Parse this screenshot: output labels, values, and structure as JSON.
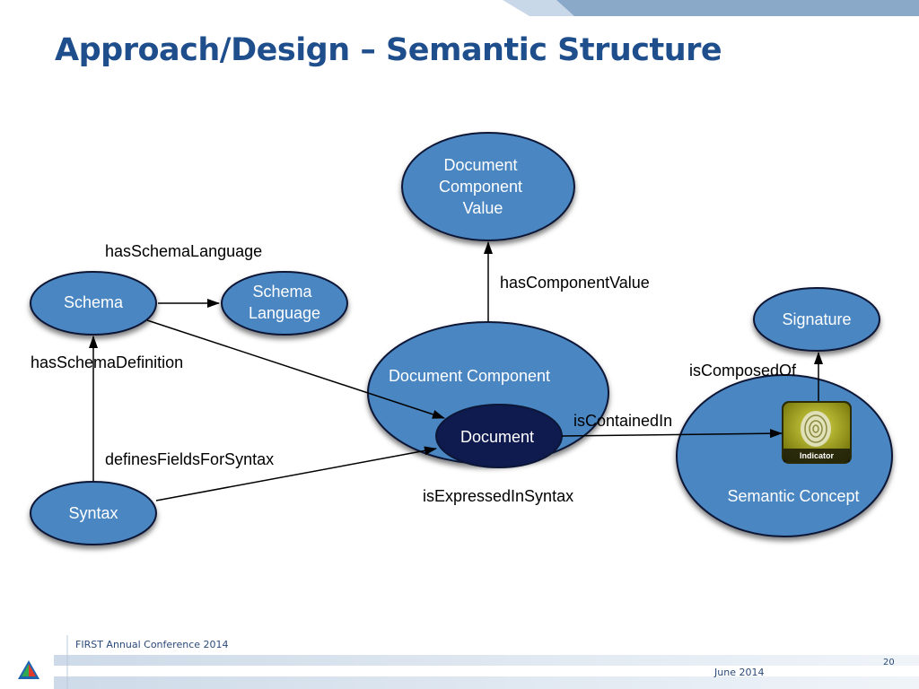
{
  "slide": {
    "title": "Approach/Design – Semantic Structure",
    "footer_conference": "FIRST Annual Conference 2014",
    "footer_date": "June 2014",
    "page_number": "20"
  },
  "nodes": {
    "document_component_value": [
      "Document",
      "Component",
      "Value"
    ],
    "schema": "Schema",
    "schema_language": [
      "Schema",
      "Language"
    ],
    "signature": "Signature",
    "document_component": "Document Component",
    "document": "Document",
    "semantic_concept": "Semantic Concept",
    "syntax": "Syntax",
    "indicator_caption": "Indicator"
  },
  "edges": {
    "has_schema_language": "hasSchemaLanguage",
    "has_component_value": "hasComponentValue",
    "has_schema_definition": "hasSchemaDefinition",
    "is_composed_of": "isComposedOf",
    "is_contained_in": "isContainedIn",
    "defines_fields_for_syntax": "definesFieldsForSyntax",
    "is_expressed_in_syntax": "isExpressedInSyntax"
  },
  "colors": {
    "node_fill": "#4a86c2",
    "node_dark_fill": "#0f1a4f",
    "title": "#1f4e8c",
    "indicator_bg": "#9a9a10"
  }
}
